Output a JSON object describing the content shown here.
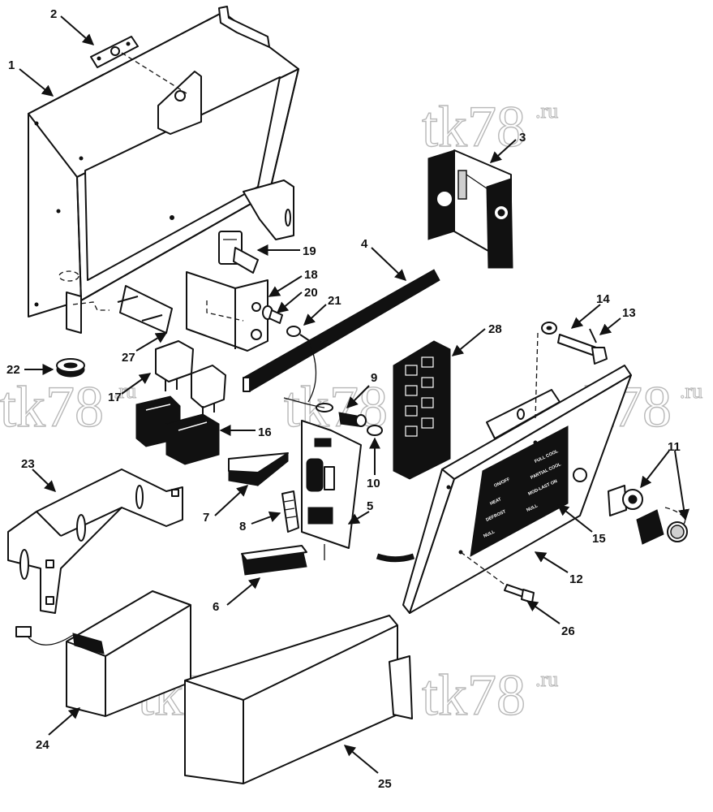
{
  "watermark": {
    "main": "tk78",
    "suffix": ".ru"
  },
  "callouts": [
    "1",
    "2",
    "3",
    "4",
    "5",
    "6",
    "7",
    "8",
    "9",
    "10",
    "11",
    "12",
    "13",
    "14",
    "15",
    "16",
    "17",
    "18",
    "19",
    "20",
    "21",
    "22",
    "23",
    "24",
    "25",
    "26",
    "27",
    "28"
  ],
  "panel_labels": {
    "left": [
      "ON/OFF",
      "HEAT",
      "DEFROST",
      "NULL"
    ],
    "right": [
      "FULL COOL",
      "PARTIAL COOL",
      "MOD-LAST ON",
      "NULL"
    ]
  }
}
